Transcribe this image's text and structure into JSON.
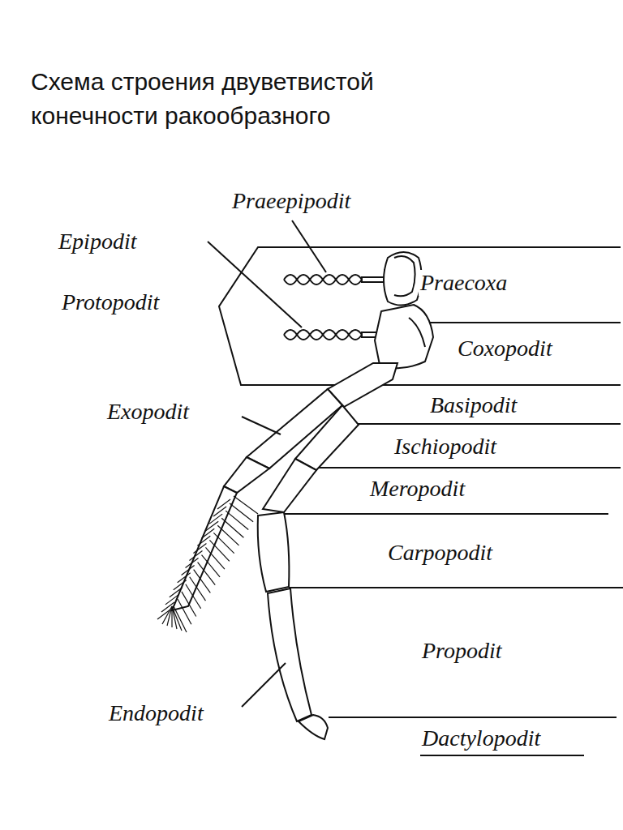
{
  "diagram": {
    "title": "Схема строения двуветвистой конечности ракообразного",
    "labels": [
      "Praeepipodit",
      "Epipodit",
      "Protopodit",
      "Praecoxa",
      "Coxopodit",
      "Exopodit",
      "Basipodit",
      "Ischiopodit",
      "Meropodit",
      "Carpopodit",
      "Propodit",
      "Endopodit",
      "Dactylopodit"
    ]
  }
}
